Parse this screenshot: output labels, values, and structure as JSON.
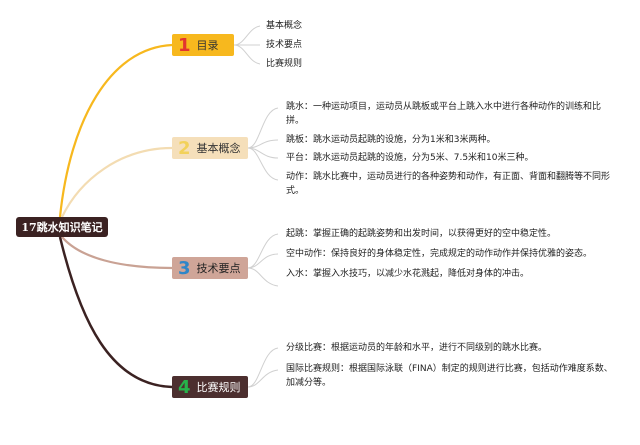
{
  "root": {
    "label": "17跳水知识笔记"
  },
  "branches": [
    {
      "number": "1",
      "label": "目录",
      "bg": "#f7b81e",
      "num_color": "#e3342f",
      "text_color": "#333333",
      "leaves": [
        "基本概念",
        "技术要点",
        "比赛规则"
      ]
    },
    {
      "number": "2",
      "label": "基本概念",
      "bg": "#f5dfba",
      "num_color": "#f2d15a",
      "text_color": "#333333",
      "leaves": [
        "跳水：一种运动项目，运动员从跳板或平台上跳入水中进行各种动作的训练和比拼。",
        "跳板：跳水运动员起跳的设施，分为1米和3米两种。",
        "平台：跳水运动员起跳的设施，分为5米、7.5米和10米三种。",
        "动作：跳水比赛中，运动员进行的各种姿势和动作，有正面、背面和翻腾等不同形式。"
      ]
    },
    {
      "number": "3",
      "label": "技术要点",
      "bg": "#cfa598",
      "num_color": "#2f86c8",
      "text_color": "#222222",
      "leaves": [
        "起跳：掌握正确的起跳姿势和出发时间，以获得更好的空中稳定性。",
        "空中动作：保持良好的身体稳定性，完成规定的动作动作并保持优雅的姿态。",
        "入水：掌握入水技巧，以减少水花溅起，降低对身体的冲击。"
      ]
    },
    {
      "number": "4",
      "label": "比赛规则",
      "bg": "#4c2f2f",
      "num_color": "#27b34a",
      "text_color": "#ffffff",
      "leaves": [
        "分级比赛：根据运动员的年龄和水平，进行不同级别的跳水比赛。",
        "国际比赛规则：根据国际泳联（FINA）制定的规则进行比赛，包括动作难度系数、加减分等。"
      ]
    }
  ],
  "colors": {
    "link1": "#f7b81e",
    "link2": "#f3dcb2",
    "link3": "#c9a294",
    "link4": "#3b2222",
    "leaf_link": "#d0d0d0"
  }
}
